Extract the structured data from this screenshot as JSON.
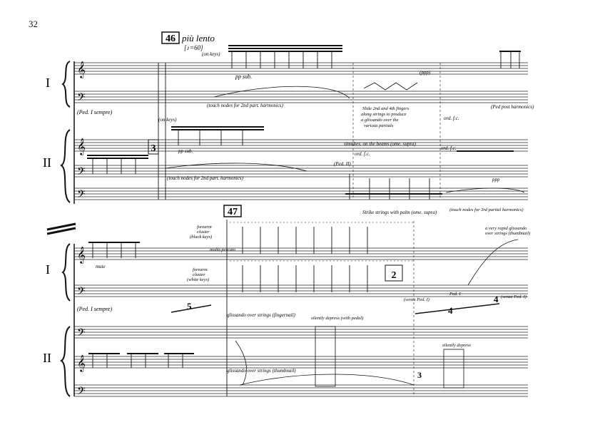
{
  "page_number": "32",
  "system1": {
    "rehearsal": "46",
    "tempo": "più lento",
    "metronome": "[♪=60]",
    "part_I": "I",
    "part_II": "II",
    "annotations": {
      "on_keys": "(on keys)",
      "pp_sub": "pp sub.",
      "touch_nodes_2nd": "(touch nodes for 2nd part. harmonics)",
      "ped_sempre": "(Ped. I sempre)",
      "slide_fingers": "Slide 2nd and 4th fingers along strings to produce a glissando over the various partials",
      "ped_post": "(Ped post harmonics)",
      "ord_fc": "ord. f.c.",
      "ord_fc_strike": "ord. f.c.",
      "mod_pitch": "(ppp)",
      "on_keys_2": "(on keys)",
      "touch_nodes_2nd_b": "(touch nodes for 2nd part. harmonics)",
      "sim_beams": "simultes. on the beams (ome. supra)",
      "strike_strings": "Strike strings with palm (ome. supra)",
      "touch_nodes_3rd": "(touch nodes for 3rd partial harmonics)",
      "ord_fc_2": "ord. f.c.",
      "ped_II": "(Ped. II)",
      "ppp": "ppp",
      "time_sig": "3"
    }
  },
  "system2": {
    "rehearsal": "47",
    "part_I": "I",
    "part_II": "II",
    "annotations": {
      "forearm_black": "forearm cluster (black keys)",
      "forearm_white": "forearm cluster (white keys)",
      "molto_percato": "molto percato",
      "ped_sempre": "(Ped. I sempre)",
      "gliss_strings_fingernail": "glissando over strings (fingernail)",
      "gliss_strings_thumbnail": "glissando over strings (thumbnail)",
      "silently_depress_pedal": "silently depress (with pedal)",
      "silently_depress": "silently depress",
      "senza_ped": "(senza Ped. I)",
      "senza_ped_2": "(senza Ped. I)",
      "rapid_gliss": "a very rapid glissando over strings (thumbnail)",
      "ped_I": "Ped. I",
      "mute": "mute",
      "tuplet_5": "5",
      "tuplet_2": "2",
      "tuplet_4a": "4",
      "tuplet_4b": "4",
      "tuplet_3": "3"
    }
  }
}
